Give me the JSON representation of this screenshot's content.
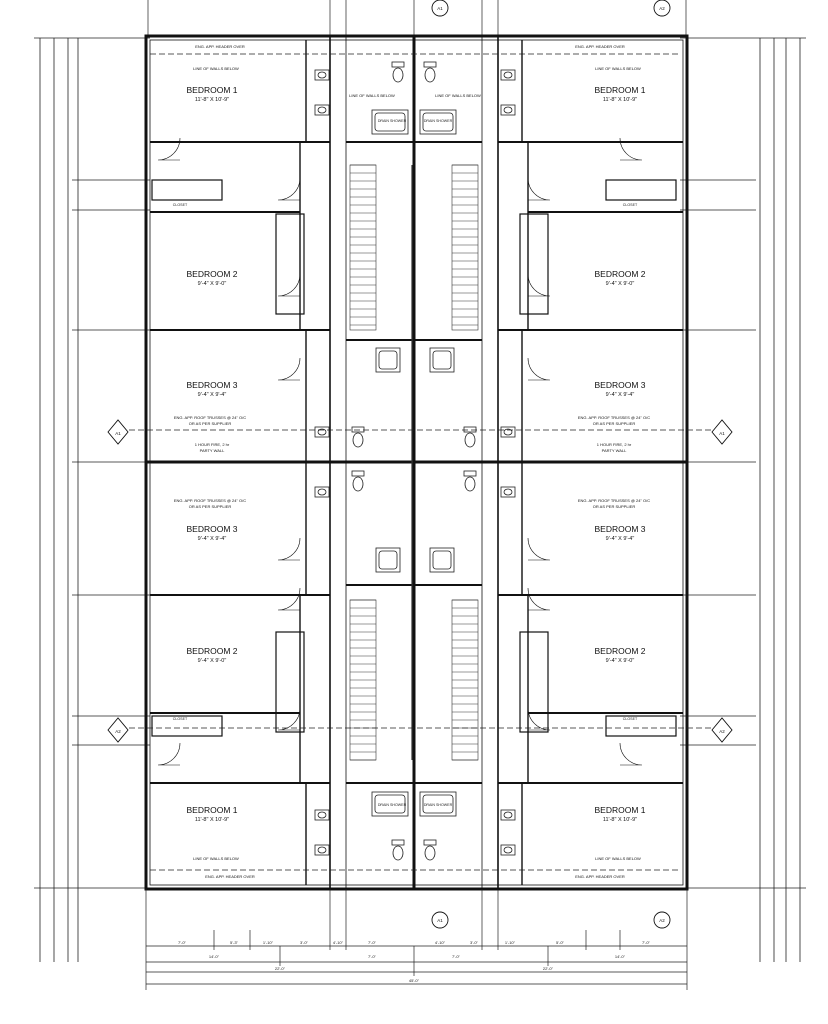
{
  "rooms": {
    "bedroom1": {
      "name": "BEDROOM 1",
      "size": "11'-8\" X 10'-9\""
    },
    "bedroom2": {
      "name": "BEDROOM 2",
      "size": "9'-4\" X 9'-0\""
    },
    "bedroom3": {
      "name": "BEDROOM 3",
      "size": "9'-4\" X 9'-4\""
    }
  },
  "labels": {
    "closet": "CLOSET",
    "line_of_walls_below": "LINE OF WALLS BELOW",
    "header_over": "ENG. APP. HEADER OVER",
    "trusses_line1": "ENG. APP. ROOF TRUSSES @ 24\" O/C",
    "trusses_line2": "OR AS PER SUPPLIER",
    "party_wall_line1": "1 HOUR FIRE, 2 hr",
    "party_wall_line2": "PARTY WALL",
    "shower": "DRAIN SHOWER"
  },
  "dimensions": {
    "overall_width": "45'-0\"",
    "half_width": "22'-0\"",
    "bottom_row_1": [
      "7'-0\"",
      "5'-3\"",
      "1'-10\"",
      "3'-0\"",
      "4'-10\"",
      "7'-0\"",
      "4'-10\"",
      "3'-0\"",
      "1'-10\"",
      "5'-0\"",
      "7'-0\""
    ],
    "bottom_row_2": [
      "14'-0\"",
      "7'-0\"",
      "7'-0\"",
      "14'-0\""
    ]
  },
  "section_markers": [
    "A1",
    "A2"
  ]
}
